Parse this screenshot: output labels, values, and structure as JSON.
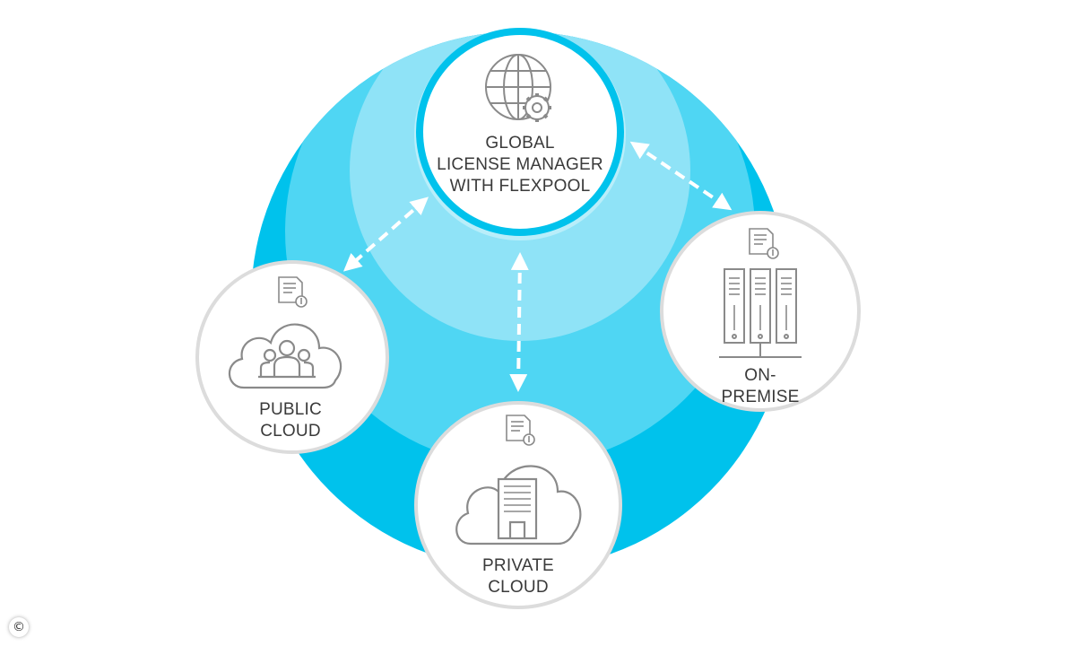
{
  "nodes": {
    "global": {
      "line1": "GLOBAL",
      "line2": "LICENSE MANAGER",
      "line3": "WITH FLEXPOOL",
      "icon": "globe-gear-icon"
    },
    "public_cloud": {
      "line1": "PUBLIC",
      "line2": "CLOUD",
      "icon": "cloud-users-icon"
    },
    "on_premise": {
      "line1": "ON-",
      "line2": "PREMISE",
      "icon": "server-rack-icon"
    },
    "private_cloud": {
      "line1": "PRIVATE",
      "line2": "CLOUD",
      "icon": "cloud-building-icon"
    }
  },
  "footer": {
    "copyright_symbol": "©"
  },
  "colors": {
    "outer_ring": "#00c2ec",
    "mid_ring": "#4fd6f3",
    "inner_ring": "#8fe3f7",
    "core": "#b9eefa",
    "node_border": "#dcdcdc",
    "icon_stroke": "#8a8a8a"
  }
}
